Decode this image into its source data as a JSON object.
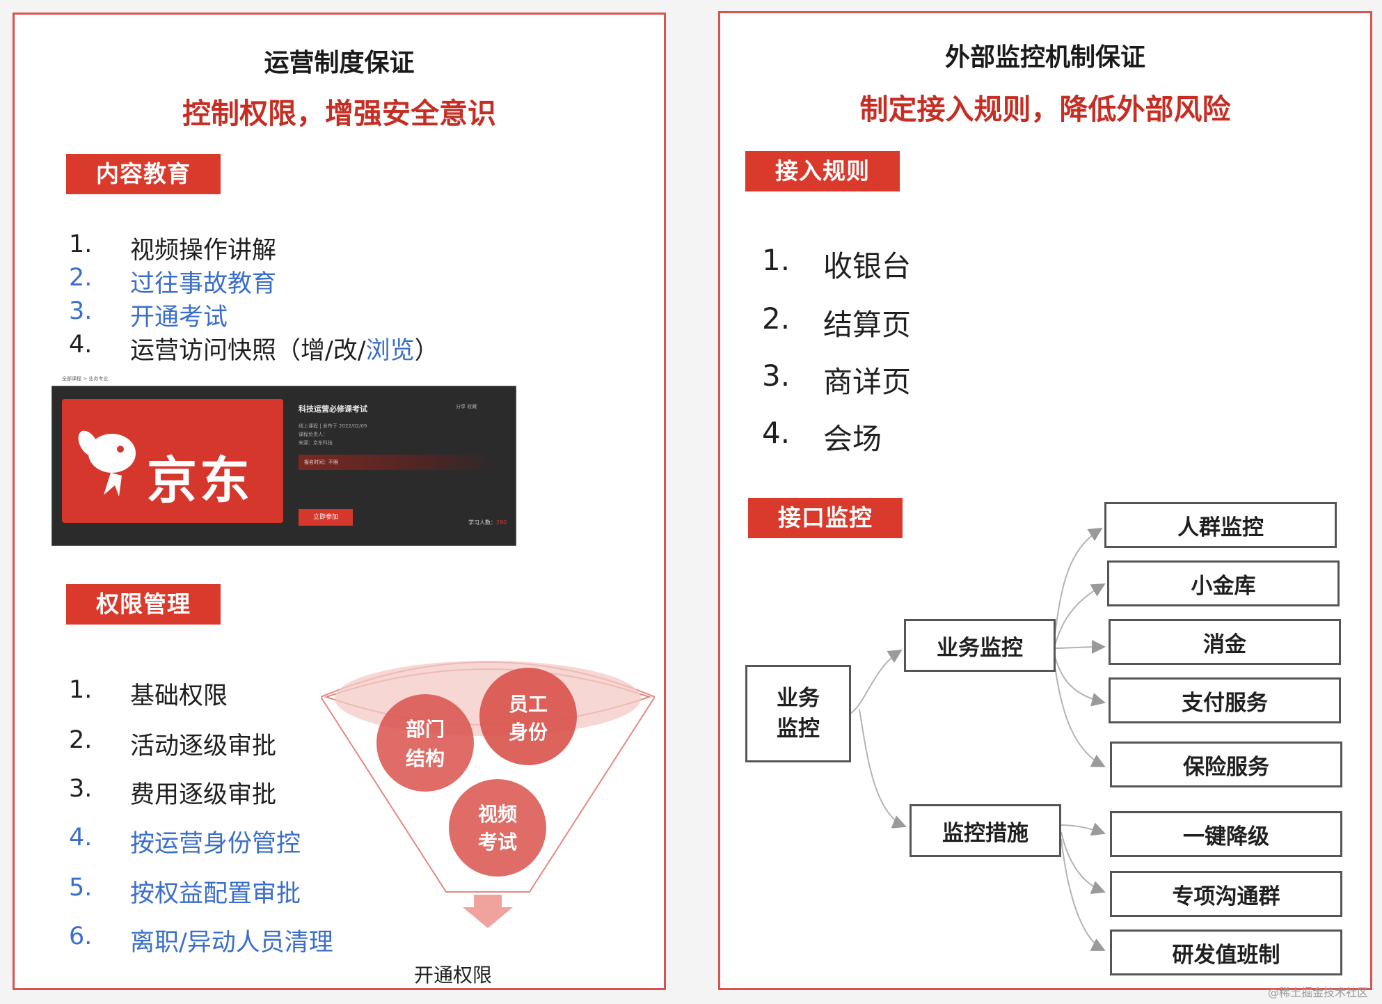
{
  "left": {
    "title": "运营制度保证",
    "subtitle": "控制权限，增强安全意识",
    "section1": {
      "tag": "内容教育",
      "items": [
        {
          "num": "1.",
          "text": "视频操作讲解"
        },
        {
          "num": "2.",
          "text": "过往事故教育"
        },
        {
          "num": "3.",
          "text": "开通考试"
        },
        {
          "num": "4.",
          "text_prefix": "运营访问快照（增/改/",
          "text_link": "浏览",
          "text_suffix": "）"
        }
      ]
    },
    "screenshot": {
      "breadcrumb": "全部课程 > 业务专业",
      "logo_text": "京东",
      "course_title": "科技运营必修课考试",
      "meta_lines": [
        "线上课程  |  发布于 2022/02/09",
        "课程负责人：",
        "来源：京东科技"
      ],
      "bar_text": "报名时间：不限",
      "share": "分享    收藏",
      "join_button": "立即参加",
      "learners_label": "学习人数：",
      "learners_value": "280"
    },
    "section2": {
      "tag": "权限管理",
      "items": [
        {
          "num": "1.",
          "text": "基础权限"
        },
        {
          "num": "2.",
          "text": "活动逐级审批"
        },
        {
          "num": "3.",
          "text": "费用逐级审批"
        },
        {
          "num": "4.",
          "text": "按运营身份管控"
        },
        {
          "num": "5.",
          "text": "按权益配置审批"
        },
        {
          "num": "6.",
          "text": "离职/异动人员清理"
        }
      ]
    },
    "funnel": {
      "circles": [
        {
          "line1": "部门",
          "line2": "结构"
        },
        {
          "line1": "员工",
          "line2": "身份"
        },
        {
          "line1": "视频",
          "line2": "考试"
        }
      ],
      "output": "开通权限"
    }
  },
  "right": {
    "title": "外部监控机制保证",
    "subtitle": "制定接入规则，降低外部风险",
    "section1": {
      "tag": "接入规则",
      "items": [
        {
          "num": "1.",
          "text": "收银台"
        },
        {
          "num": "2.",
          "text": "结算页"
        },
        {
          "num": "3.",
          "text": "商详页"
        },
        {
          "num": "4.",
          "text": "会场"
        }
      ]
    },
    "section2": {
      "tag": "接口监控",
      "root": {
        "line1": "业务",
        "line2": "监控"
      },
      "business": "业务监控",
      "measures": "监控措施",
      "business_children": [
        "人群监控",
        "小金库",
        "消金",
        "支付服务",
        "保险服务"
      ],
      "measure_children": [
        "一键降级",
        "专项沟通群",
        "研发值班制"
      ]
    }
  },
  "watermark": "@稀土掘金技术社区"
}
